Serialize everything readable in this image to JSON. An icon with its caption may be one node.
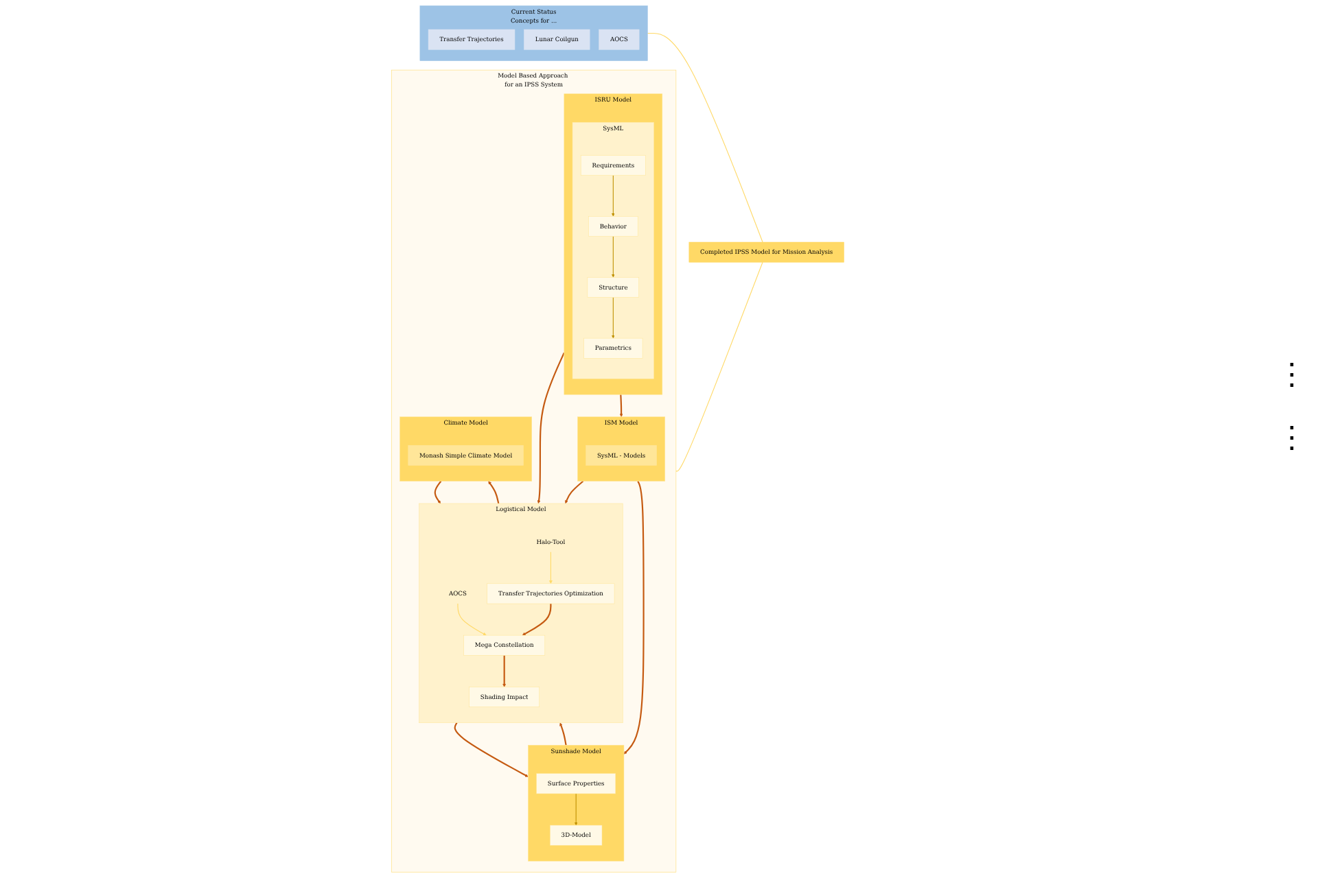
{
  "diagram": {
    "nodes": [
      {
        "text": [
          "Current Status",
          "Concepts for ..."
        ]
      },
      {
        "text": [
          "Transfer Trajectories"
        ],
        "in": 0
      },
      {
        "text": [
          "Lunar Coilgun"
        ],
        "in": 0
      },
      {
        "text": [
          "AOCS"
        ],
        "in": 0
      },
      {
        "text": [
          "Model Based Approach for an IPSS System"
        ]
      },
      {
        "text": [
          "Logistical Model"
        ],
        "in": 4
      },
      {
        "text": [
          "Transfer Trajectories Optimization"
        ],
        "in": 5
      },
      {
        "text": [
          "Mega Constellation"
        ],
        "in": 5
      },
      {
        "text": [
          "Shading Impact"
        ],
        "in": 5
      },
      {
        "text": [
          "Halo-Tool"
        ],
        "in": 5
      },
      {
        "text": [
          "AOCS"
        ],
        "in": 5
      },
      {
        "text": [
          "ISRU Model"
        ],
        "in": 4
      },
      {
        "text": [
          "SysML"
        ],
        "in": 11
      },
      {
        "text": [
          "Requirements"
        ],
        "in": 12
      },
      {
        "text": [
          "Behavior"
        ],
        "in": 12
      },
      {
        "text": [
          "Parametrics"
        ],
        "in": 12
      },
      {
        "text": [
          "Structure"
        ],
        "in": 12
      },
      {
        "text": [
          "ISM Model"
        ],
        "in": 4
      },
      {
        "text": [
          "SysML - Models"
        ],
        "in": 17
      },
      {
        "text": [
          "Sunshade Model"
        ],
        "in": 4
      },
      {
        "text": [
          "3D-Model"
        ],
        "in": 19
      },
      {
        "text": [
          "Surface Properties"
        ],
        "in": 19
      },
      {
        "text": [
          "Climate Model"
        ],
        "in": 4
      },
      {
        "text": [
          "Monash Simple Climate Model"
        ],
        "in": 22
      },
      {
        "text": [
          "Completed IPSS Model for Mission Analysis"
        ]
      }
    ],
    "edges": [
      {
        "from": 9,
        "to": 6,
        "arrow": "to",
        "color": "#ffd966"
      },
      {
        "from": 10,
        "to": 7,
        "arrow": "to",
        "color": "#ffd966"
      },
      {
        "from": 6,
        "to": 7,
        "arrow": "to"
      },
      {
        "from": 7,
        "to": 8,
        "arrow": "to"
      },
      {
        "from": 11,
        "to": 5,
        "arrow": "to"
      },
      {
        "from": 17,
        "to": 5,
        "arrow": "to"
      },
      {
        "from": 19,
        "to": 5,
        "arrow": "to"
      },
      {
        "from": 5,
        "to": 19,
        "arrow": "to"
      },
      {
        "from": 22,
        "to": 5,
        "arrow": "to"
      },
      {
        "from": 5,
        "to": 22,
        "arrow": "to"
      },
      {
        "from": 11,
        "to": 17,
        "arrow": "to"
      },
      {
        "from": 17,
        "to": 19,
        "arrow": "to"
      },
      {
        "from": 13,
        "to": 14,
        "arrow": "to",
        "color": "#bf9000"
      },
      {
        "from": 14,
        "to": 16,
        "arrow": "to",
        "color": "#bf9000"
      },
      {
        "from": 16,
        "to": 15,
        "arrow": "to",
        "color": "#bf9000"
      },
      {
        "from": 21,
        "to": 20,
        "arrow": "to",
        "color": "#bf9000"
      },
      {
        "from": 0,
        "to": 24,
        "arrow": "none",
        "color": "#ffd966"
      },
      {
        "from": 4,
        "to": 24,
        "arrow": "none",
        "color": "#ffd966"
      }
    ],
    "labels": [
      "⋮",
      "⋮"
    ]
  }
}
